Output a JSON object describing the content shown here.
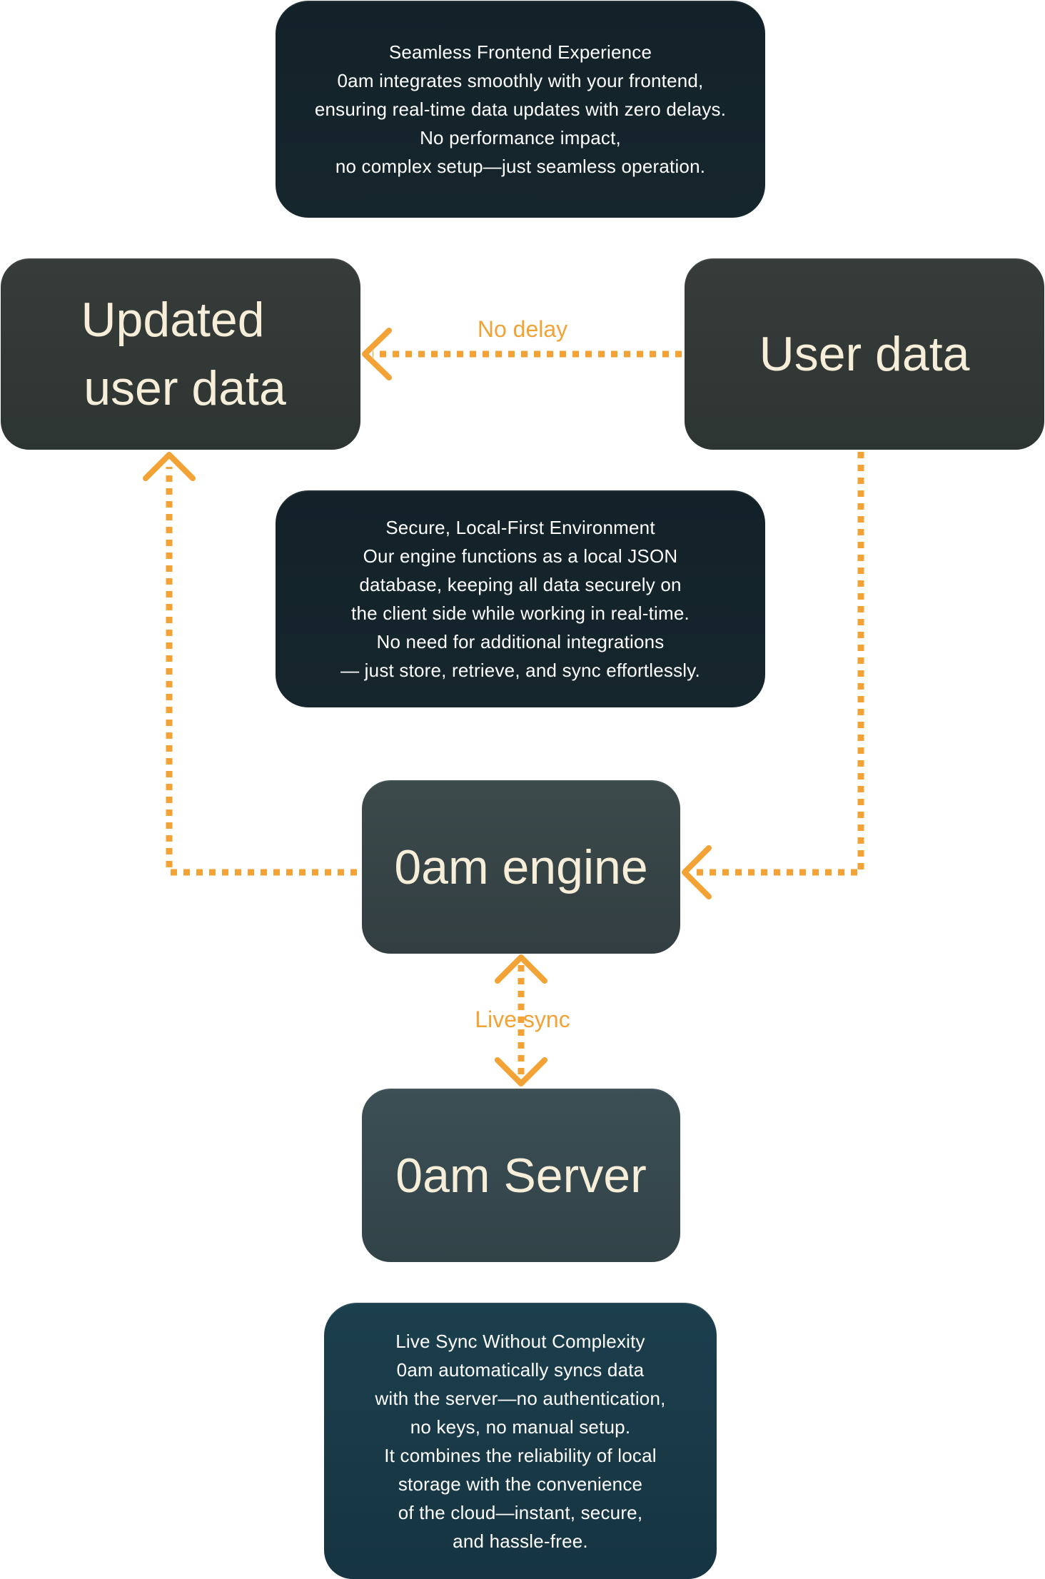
{
  "diagram": {
    "notes": {
      "frontend": {
        "lines": [
          "Seamless Frontend Experience",
          "0am integrates smoothly with your frontend,",
          "ensuring real-time data updates with zero delays.",
          "No performance impact,",
          "no complex setup—just seamless operation."
        ]
      },
      "local_first": {
        "lines": [
          "Secure, Local-First Environment",
          "Our engine functions as a local JSON",
          "database, keeping all data securely on",
          "the client side while working in real-time.",
          "No need for additional integrations",
          "— just store, retrieve, and sync effortlessly."
        ]
      },
      "live_sync": {
        "lines": [
          "Live Sync Without Complexity",
          "0am automatically syncs data",
          "with the server—no authentication,",
          "no keys, no manual setup.",
          "It combines the reliability of local",
          "storage with the convenience",
          "of the cloud—instant, secure,",
          "and hassle-free."
        ]
      }
    },
    "nodes": {
      "updated_user_data": {
        "lines": [
          "Updated",
          "user data"
        ]
      },
      "user_data": {
        "label": "User data"
      },
      "engine": {
        "label": "0am engine"
      },
      "server": {
        "label": "0am Server"
      }
    },
    "edges": {
      "no_delay": "No delay",
      "live_sync": "Live sync"
    },
    "colors": {
      "accent": "#f3a236",
      "node_text": "#f6eed8",
      "note_text": "#ffffff",
      "note_dark": "#132229",
      "note_teal": "#1c3f4d",
      "node_dark": "#333937",
      "node_slate": "#374548"
    }
  }
}
